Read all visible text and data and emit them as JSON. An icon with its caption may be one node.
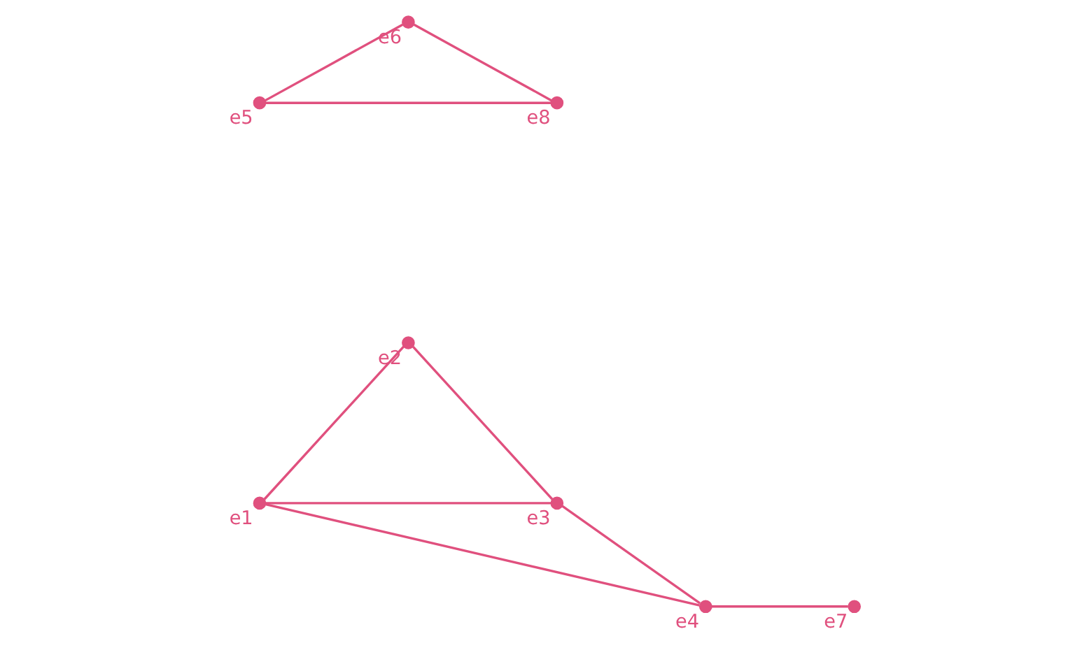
{
  "diagram": {
    "nodes": [
      {
        "text": [],
        "shape": "circle",
        "beside": [
          "e2"
        ]
      },
      {
        "text": [],
        "shape": "circle",
        "beside": [
          "e5"
        ]
      },
      {
        "text": [],
        "shape": "circle",
        "beside": [
          "e1"
        ]
      },
      {
        "text": [],
        "shape": "circle",
        "beside": [
          "e3"
        ]
      },
      {
        "text": [],
        "shape": "circle",
        "beside": [
          "e6"
        ]
      },
      {
        "text": [],
        "shape": "circle",
        "beside": [
          "e8"
        ]
      },
      {
        "text": [],
        "shape": "circle",
        "beside": [
          "e4"
        ]
      },
      {
        "text": [],
        "shape": "circle",
        "beside": [
          "e7"
        ]
      }
    ],
    "edges": [
      {
        "from": 2,
        "to": 0,
        "arrow": "none"
      },
      {
        "from": 2,
        "to": 3,
        "arrow": "none"
      },
      {
        "from": 2,
        "to": 6,
        "arrow": "none"
      },
      {
        "from": 0,
        "to": 3,
        "arrow": "none"
      },
      {
        "from": 3,
        "to": 6,
        "arrow": "none"
      },
      {
        "from": 6,
        "to": 7,
        "arrow": "none"
      },
      {
        "from": 1,
        "to": 4,
        "arrow": "none"
      },
      {
        "from": 1,
        "to": 5,
        "arrow": "none"
      },
      {
        "from": 4,
        "to": 5,
        "arrow": "none"
      }
    ]
  }
}
